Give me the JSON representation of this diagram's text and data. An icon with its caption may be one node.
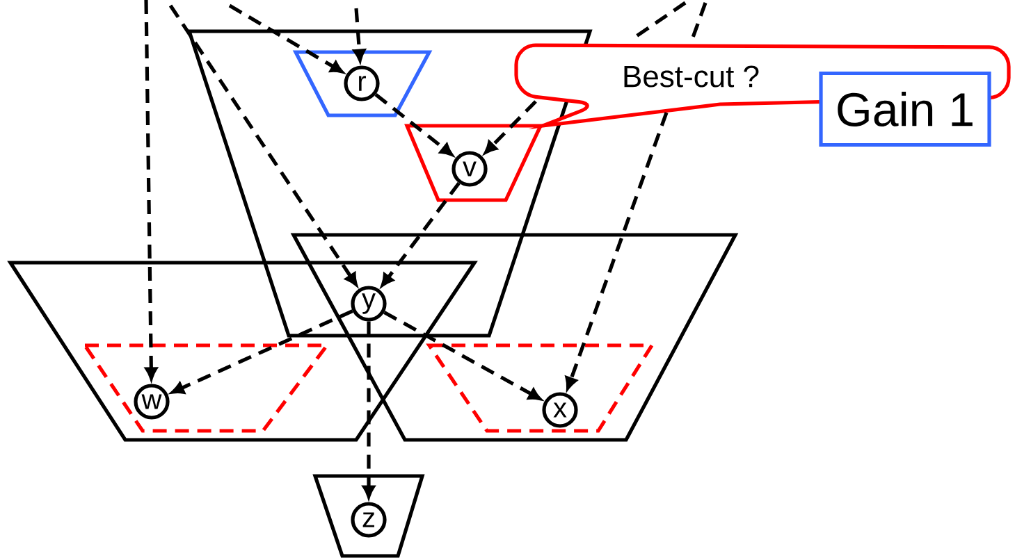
{
  "diagram": {
    "nodes": [
      {
        "text": [],
        "shape": "trapezoid"
      },
      {
        "text": [],
        "shape": "trapezoid",
        "in": 0
      },
      {
        "text": [
          "r"
        ],
        "in": 1
      },
      {
        "text": [],
        "shape": "trapezoid",
        "in": 0
      },
      {
        "text": [
          "v"
        ],
        "in": 3
      },
      {
        "text": [
          "Best-cut ?"
        ]
      },
      {
        "text": [
          "Gain 1"
        ]
      },
      {
        "text": [],
        "shape": "trapezoid"
      },
      {
        "text": [],
        "shape": "trapezoid"
      },
      {
        "text": [
          "y"
        ]
      },
      {
        "text": [],
        "shape": "trapezoid",
        "in": 8
      },
      {
        "text": [
          "w"
        ],
        "in": 10
      },
      {
        "text": [],
        "shape": "trapezoid",
        "in": 7
      },
      {
        "text": [
          "x"
        ],
        "in": 12
      },
      {
        "text": [],
        "shape": "trapezoid"
      },
      {
        "text": [
          "z"
        ],
        "in": 14
      }
    ],
    "edges": [
      {
        "from": null,
        "to": 11,
        "arrow": "to",
        "style": "dashed"
      },
      {
        "from": null,
        "to": 9,
        "arrow": "to",
        "style": "dashed"
      },
      {
        "from": null,
        "to": 2,
        "arrow": "to",
        "style": "dashed"
      },
      {
        "from": null,
        "to": 2,
        "arrow": "to",
        "style": "dashed"
      },
      {
        "from": 2,
        "to": 4,
        "arrow": "to",
        "style": "dashed"
      },
      {
        "from": null,
        "to": 4,
        "arrow": "to",
        "style": "dashed"
      },
      {
        "from": null,
        "to": 13,
        "arrow": "to",
        "style": "dashed"
      },
      {
        "from": 4,
        "to": 9,
        "arrow": "to",
        "style": "dashed"
      },
      {
        "from": 9,
        "to": 11,
        "arrow": "to",
        "style": "dashed"
      },
      {
        "from": 9,
        "to": 13,
        "arrow": "to",
        "style": "dashed"
      },
      {
        "from": 9,
        "to": 15,
        "arrow": "to",
        "style": "dashed"
      }
    ]
  }
}
